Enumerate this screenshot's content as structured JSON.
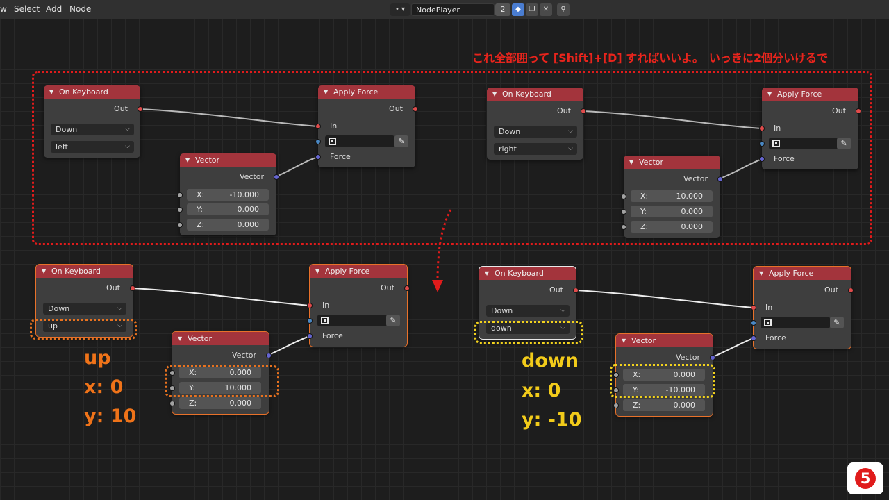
{
  "header": {
    "menus": [
      "Select",
      "Add",
      "Node"
    ],
    "tree_type": "•",
    "tree_name": "NodePlayer",
    "users_count": "2"
  },
  "icons": {
    "menu_edge": "w",
    "tree_type": "node-tree-icon",
    "fake_user": "fake-user-icon",
    "duplicate": "duplicate-icon",
    "unlink": "close-icon",
    "pin": "pin-icon"
  },
  "annotation": {
    "note": "これ全部囲って [Shift]+[D] すればいいよ。　いっきに2個分いけるで",
    "up": {
      "dir": "up",
      "x": "x: 0",
      "y": "y: 10"
    },
    "down": {
      "dir": "down",
      "x": "x: 0",
      "y": "y: -10"
    },
    "step": "5"
  },
  "colors": {
    "node_header": "#a3343c",
    "annot_red": "#e01b1b",
    "annot_orange": "#e8721f",
    "annot_yellow": "#f2d21d"
  },
  "labels": {
    "on_keyboard": "On Keyboard",
    "apply_force": "Apply Force",
    "vector": "Vector",
    "out": "Out",
    "in": "In",
    "force": "Force",
    "x": "X:",
    "y": "Y:",
    "z": "Z:"
  },
  "nodes": {
    "g1": {
      "key": "Down",
      "dir": "left",
      "x": "-10.000",
      "y": "0.000",
      "z": "0.000"
    },
    "g2": {
      "key": "Down",
      "dir": "right",
      "x": "10.000",
      "y": "0.000",
      "z": "0.000"
    },
    "g3": {
      "key": "Down",
      "dir": "up",
      "x": "0.000",
      "y": "10.000",
      "z": "0.000"
    },
    "g4": {
      "key": "Down",
      "dir": "down",
      "x": "0.000",
      "y": "-10.000",
      "z": "0.000"
    }
  }
}
